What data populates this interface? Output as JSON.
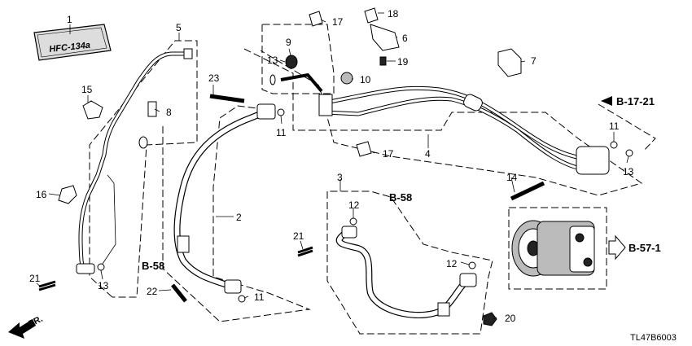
{
  "diagram": {
    "label_plate_text": "HFC-134a",
    "diagram_code": "TL47B6003",
    "front_arrow_label": "FR.",
    "callouts": [
      {
        "id": "c1",
        "text": "1"
      },
      {
        "id": "c2",
        "text": "2"
      },
      {
        "id": "c3",
        "text": "3"
      },
      {
        "id": "c4",
        "text": "4"
      },
      {
        "id": "c5",
        "text": "5"
      },
      {
        "id": "c6",
        "text": "6"
      },
      {
        "id": "c7",
        "text": "7"
      },
      {
        "id": "c8",
        "text": "8"
      },
      {
        "id": "c9",
        "text": "9"
      },
      {
        "id": "c10",
        "text": "10"
      },
      {
        "id": "c11a",
        "text": "11"
      },
      {
        "id": "c11b",
        "text": "11"
      },
      {
        "id": "c11c",
        "text": "11"
      },
      {
        "id": "c12a",
        "text": "12"
      },
      {
        "id": "c12b",
        "text": "12"
      },
      {
        "id": "c13a",
        "text": "13"
      },
      {
        "id": "c13b",
        "text": "13"
      },
      {
        "id": "c13c",
        "text": "13"
      },
      {
        "id": "c14",
        "text": "14"
      },
      {
        "id": "c15",
        "text": "15"
      },
      {
        "id": "c16",
        "text": "16"
      },
      {
        "id": "c17a",
        "text": "17"
      },
      {
        "id": "c17b",
        "text": "17"
      },
      {
        "id": "c18",
        "text": "18"
      },
      {
        "id": "c19",
        "text": "19"
      },
      {
        "id": "c20",
        "text": "20"
      },
      {
        "id": "c21a",
        "text": "21"
      },
      {
        "id": "c21b",
        "text": "21"
      },
      {
        "id": "c22",
        "text": "22"
      },
      {
        "id": "c23",
        "text": "23"
      }
    ],
    "references": [
      {
        "id": "r1",
        "text": "B-17-21"
      },
      {
        "id": "r2",
        "text": "B-58"
      },
      {
        "id": "r3",
        "text": "B-58"
      },
      {
        "id": "r4",
        "text": "B-57-1"
      }
    ]
  }
}
